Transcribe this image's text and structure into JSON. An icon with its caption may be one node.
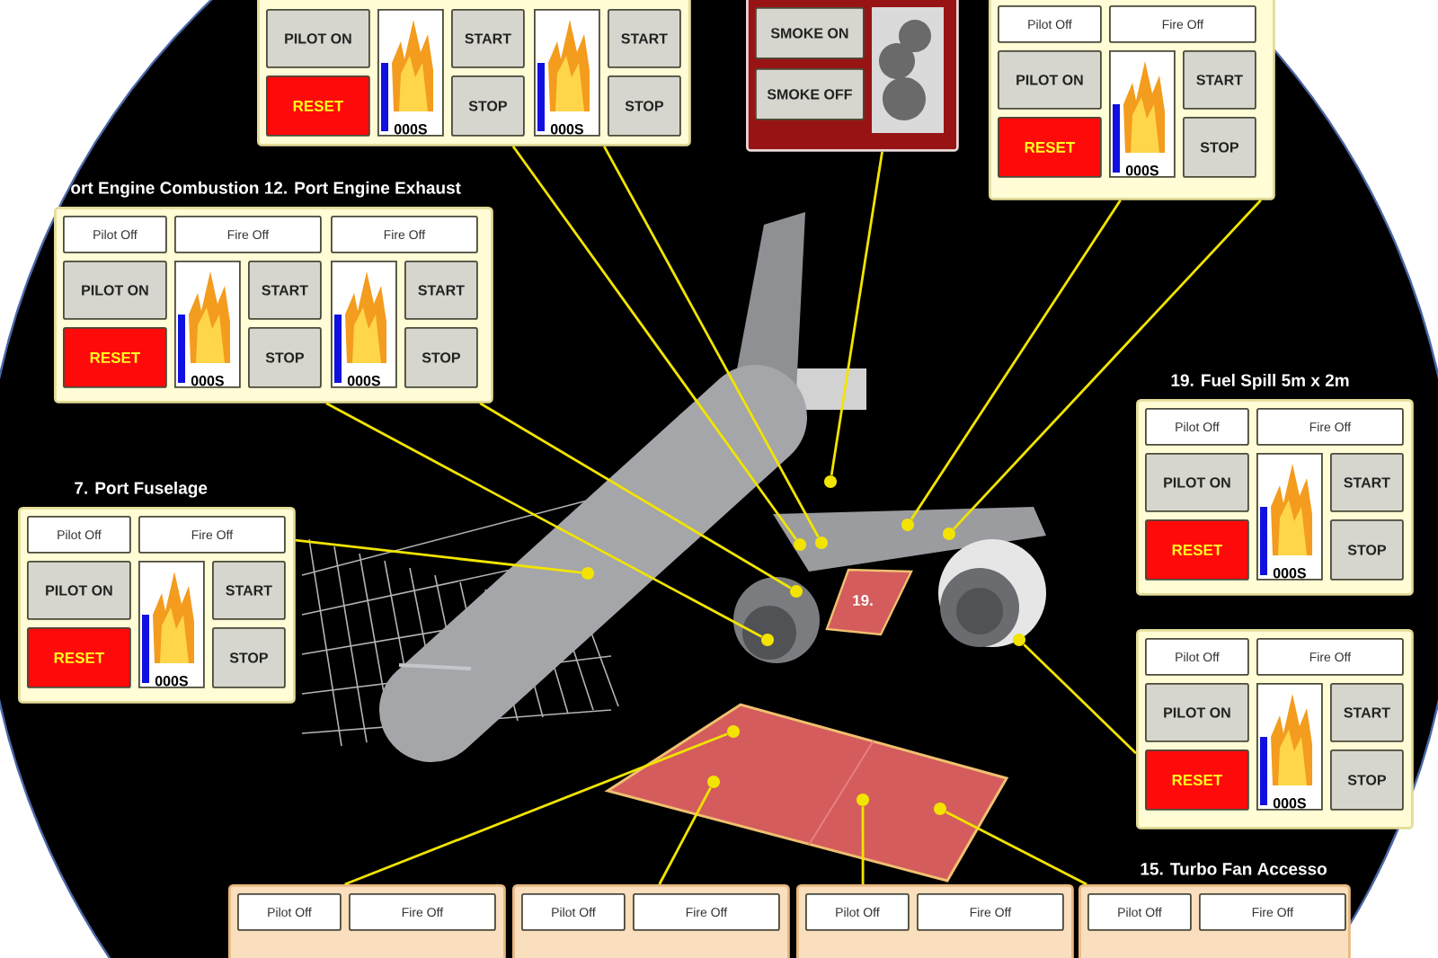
{
  "diagram": {
    "nodes": [
      {
        "text": [],
        "shape": "box"
      },
      {
        "text": [
          "PILOT ON"
        ],
        "in": 0
      },
      {
        "text": [
          "000S"
        ],
        "in": 0
      },
      {
        "text": [
          "START"
        ],
        "in": 0
      },
      {
        "text": [
          "000S"
        ],
        "in": 0
      },
      {
        "text": [
          "START"
        ],
        "in": 0
      },
      {
        "text": [
          "RESET"
        ],
        "in": 0
      },
      {
        "text": [
          "STOP"
        ],
        "in": 0
      },
      {
        "text": [
          "STOP"
        ],
        "in": 0
      },
      {
        "text": [],
        "shape": "box"
      },
      {
        "text": [
          "SMOKE ON"
        ],
        "in": 9
      },
      {
        "text": [
          "SMOKE OFF"
        ],
        "in": 9
      },
      {
        "text": [],
        "shape": "box"
      },
      {
        "text": [
          "Pilot Off"
        ],
        "in": 12
      },
      {
        "text": [
          "Fire Off"
        ],
        "in": 12
      },
      {
        "text": [
          "PILOT ON"
        ],
        "in": 12
      },
      {
        "text": [
          "000S"
        ],
        "in": 12
      },
      {
        "text": [
          "START"
        ],
        "in": 12
      },
      {
        "text": [
          "RESET"
        ],
        "in": 12
      },
      {
        "text": [
          "STOP"
        ],
        "in": 12
      },
      {
        "text": [
          "ort Engine Combustion 12. Port Engine Exhaust"
        ]
      },
      {
        "text": [
          "Pilot Off"
        ],
        "in": 20
      },
      {
        "text": [
          "Fire Off"
        ],
        "in": 20
      },
      {
        "text": [
          "Fire Off"
        ],
        "in": 20
      },
      {
        "text": [
          "PILOT ON"
        ],
        "in": 20
      },
      {
        "text": [
          "000S"
        ],
        "in": 20
      },
      {
        "text": [
          "START"
        ],
        "in": 20
      },
      {
        "text": [
          "000S"
        ],
        "in": 20
      },
      {
        "text": [
          "START"
        ],
        "in": 20
      },
      {
        "text": [
          "RESET"
        ],
        "in": 20
      },
      {
        "text": [
          "STOP"
        ],
        "in": 20
      },
      {
        "text": [
          "STOP"
        ],
        "in": 20
      },
      {
        "text": [
          "19. Fuel Spill 5m x 2m"
        ]
      },
      {
        "text": [
          "Pilot Off"
        ],
        "in": 32
      },
      {
        "text": [
          "Fire Off"
        ],
        "in": 32
      },
      {
        "text": [
          "PILOT ON"
        ],
        "in": 32
      },
      {
        "text": [
          "000S"
        ],
        "in": 32
      },
      {
        "text": [
          "START"
        ],
        "in": 32
      },
      {
        "text": [
          "RESET"
        ],
        "in": 32
      },
      {
        "text": [
          "STOP"
        ],
        "in": 32
      },
      {
        "text": [
          "7. Port Fuselage"
        ]
      },
      {
        "text": [
          "Pilot Off"
        ],
        "in": 40
      },
      {
        "text": [
          "Fire Off"
        ],
        "in": 40
      },
      {
        "text": [
          "PILOT ON"
        ],
        "in": 40
      },
      {
        "text": [
          "000S"
        ],
        "in": 40
      },
      {
        "text": [
          "START"
        ],
        "in": 40
      },
      {
        "text": [
          "RESET"
        ],
        "in": 40
      },
      {
        "text": [
          "STOP"
        ],
        "in": 40
      },
      {
        "text": [
          "19."
        ]
      },
      {
        "text": [],
        "shape": "box"
      },
      {
        "text": [
          "Pilot Off"
        ],
        "in": 49
      },
      {
        "text": [
          "Fire Off"
        ],
        "in": 49
      },
      {
        "text": [
          "PILOT ON"
        ],
        "in": 49
      },
      {
        "text": [
          "000S"
        ],
        "in": 49
      },
      {
        "text": [
          "START"
        ],
        "in": 49
      },
      {
        "text": [
          "RESET"
        ],
        "in": 49
      },
      {
        "text": [
          "STOP"
        ],
        "in": 49
      },
      {
        "text": [],
        "shape": "box"
      },
      {
        "text": [
          "Pilot Off"
        ],
        "in": 57
      },
      {
        "text": [
          "Fire Off"
        ],
        "in": 57
      },
      {
        "text": [],
        "shape": "box"
      },
      {
        "text": [
          "Pilot Off"
        ],
        "in": 60
      },
      {
        "text": [
          "Fire Off"
        ],
        "in": 60
      },
      {
        "text": [],
        "shape": "box"
      },
      {
        "text": [
          "Pilot Off"
        ],
        "in": 63
      },
      {
        "text": [
          "Fire Off"
        ],
        "in": 63
      },
      {
        "text": [
          "15. Turbo Fan Accesso"
        ]
      },
      {
        "text": [
          "Pilot Off"
        ],
        "in": 66
      },
      {
        "text": [
          "Fire Off"
        ],
        "in": 66
      },
      {
        "text": [],
        "shape": "circle"
      },
      {
        "text": [],
        "shape": "circle"
      },
      {
        "text": [],
        "shape": "circle"
      },
      {
        "text": [],
        "shape": "circle"
      },
      {
        "text": [],
        "shape": "circle"
      },
      {
        "text": [],
        "shape": "circle"
      },
      {
        "text": [],
        "shape": "circle"
      },
      {
        "text": [],
        "shape": "circle"
      },
      {
        "text": [],
        "shape": "circle"
      },
      {
        "text": [],
        "shape": "circle"
      },
      {
        "text": [],
        "shape": "circle"
      },
      {
        "text": [],
        "shape": "circle"
      },
      {
        "text": [],
        "shape": "circle"
      }
    ],
    "edges": [
      {
        "from": 0,
        "to": 74,
        "arrow": "none"
      },
      {
        "from": 0,
        "to": 75,
        "arrow": "none"
      },
      {
        "from": 9,
        "to": 76,
        "arrow": "none"
      },
      {
        "from": 12,
        "to": 78,
        "arrow": "none"
      },
      {
        "from": 12,
        "to": 80,
        "arrow": "none"
      },
      {
        "from": 20,
        "to": 72,
        "arrow": "none"
      },
      {
        "from": 20,
        "to": 73,
        "arrow": "none"
      },
      {
        "from": 40,
        "to": 69,
        "arrow": "none"
      },
      {
        "from": 49,
        "to": 81,
        "arrow": "none"
      },
      {
        "from": 57,
        "to": 71,
        "arrow": "none"
      },
      {
        "from": 60,
        "to": 70,
        "arrow": "none"
      },
      {
        "from": 63,
        "to": 77,
        "arrow": "none"
      },
      {
        "from": 66,
        "to": 79,
        "arrow": "none"
      }
    ]
  }
}
